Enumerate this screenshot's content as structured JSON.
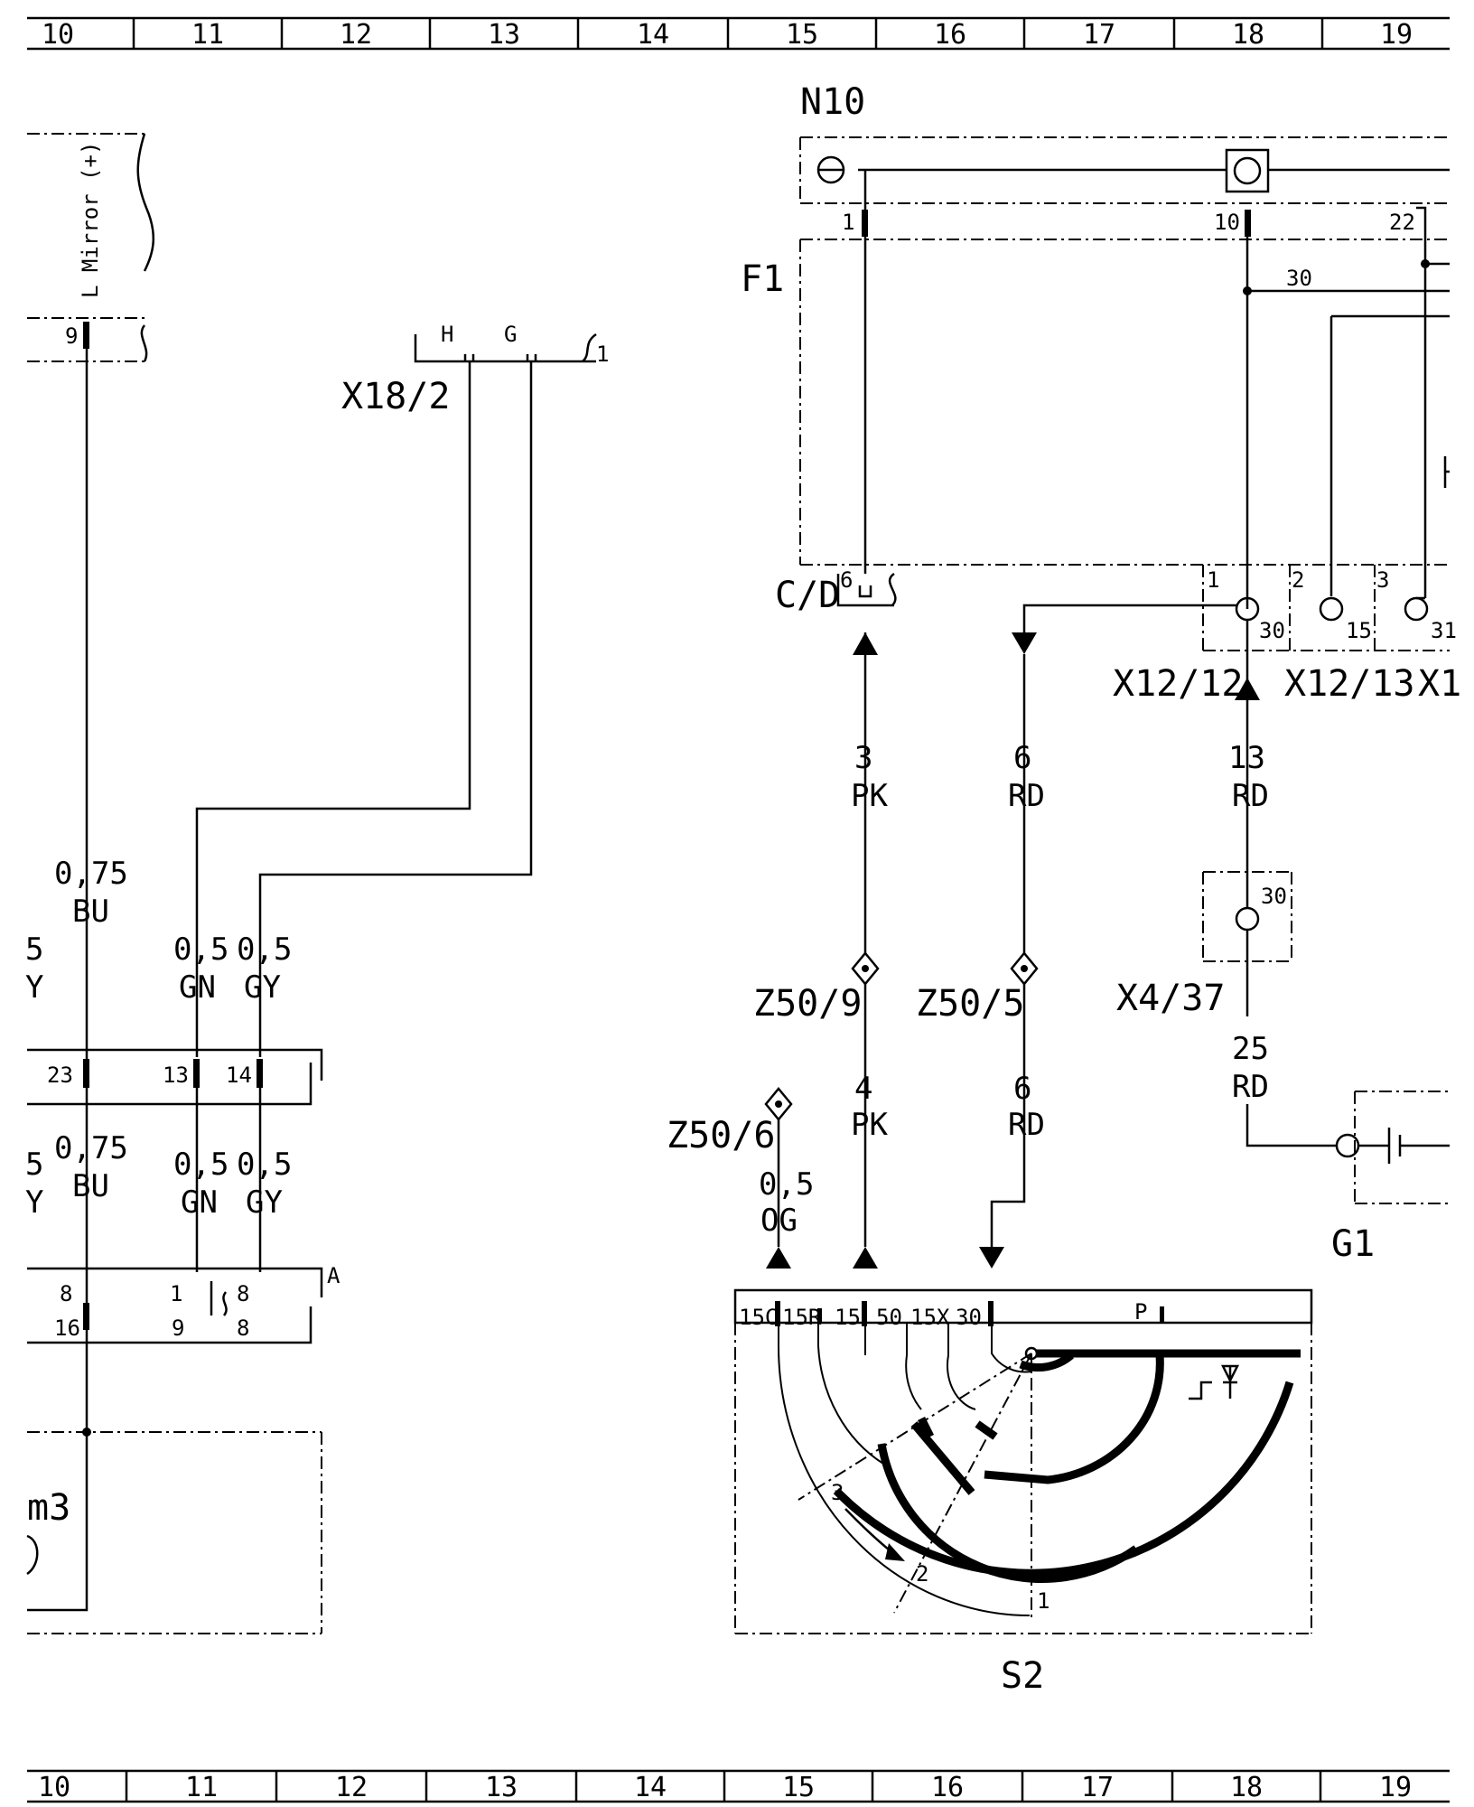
{
  "ruler": {
    "columns": [
      "10",
      "11",
      "12",
      "13",
      "14",
      "15",
      "16",
      "17",
      "18",
      "19"
    ]
  },
  "components": {
    "n10": "N10",
    "f1": "F1",
    "x18_2": "X18/2",
    "x18_2_pins": {
      "h": "H",
      "g": "G",
      "one": "1"
    },
    "cd": "C/D",
    "x12_12": "X12/12",
    "x12_13": "X12/13",
    "x1_partial": "X1",
    "x4_37": "X4/37",
    "g1": "G1",
    "s2": "S2",
    "z50_9": "Z50/9",
    "z50_5": "Z50/5",
    "z50_6": "Z50/6",
    "m3_partial": "m3",
    "a": "A",
    "mirror": "L Mirror (+)"
  },
  "pins": {
    "mirror_9": "9",
    "n10_1": "1",
    "n10_10": "10",
    "n10_22": "22",
    "f1_30": "30",
    "cd_6": "6",
    "x12_1": "1",
    "x12_2": "2",
    "x12_3": "3",
    "x12_30": "30",
    "x12_15": "15",
    "x12_31": "31",
    "x4_30": "30",
    "conn_23": "23",
    "conn_13": "13",
    "conn_14": "14",
    "a_8a": "8",
    "a_1": "1",
    "a_8b": "8",
    "a_16": "16",
    "a_9": "9",
    "a_8c": "8",
    "s2_15c": "15C",
    "s2_15r": "15R",
    "s2_15": "15",
    "s2_50": "50",
    "s2_15x": "15X",
    "s2_30": "30",
    "s2_p": "P",
    "s2_pos1": "1",
    "s2_pos2": "2",
    "s2_pos3": "3"
  },
  "wires": {
    "bu_size_a": "0,75",
    "bu_color_a": "BU",
    "bu_size_b": "0,75",
    "bu_color_b": "BU",
    "gn_size_a": "0,5",
    "gn_color_a": "GN",
    "gn_size_b": "0,5",
    "gn_color_b": "GN",
    "gy_size_a": "0,5",
    "gy_color_a": "GY",
    "gy_size_b": "0,5",
    "gy_color_b": "GY",
    "pk_size_a": "3",
    "pk_color_a": "PK",
    "pk_size_b": "4",
    "pk_color_b": "PK",
    "rd6_size_a": "6",
    "rd6_color_a": "RD",
    "rd6_size_b": "6",
    "rd6_color_b": "RD",
    "rd13_size": "13",
    "rd13_color": "RD",
    "rd25_size": "25",
    "rd25_color": "RD",
    "og_size": "0,5",
    "og_color": "OG",
    "left_partial_a": "5",
    "left_partial_b": "Y",
    "left_partial_c": "5",
    "left_partial_d": "Y"
  }
}
